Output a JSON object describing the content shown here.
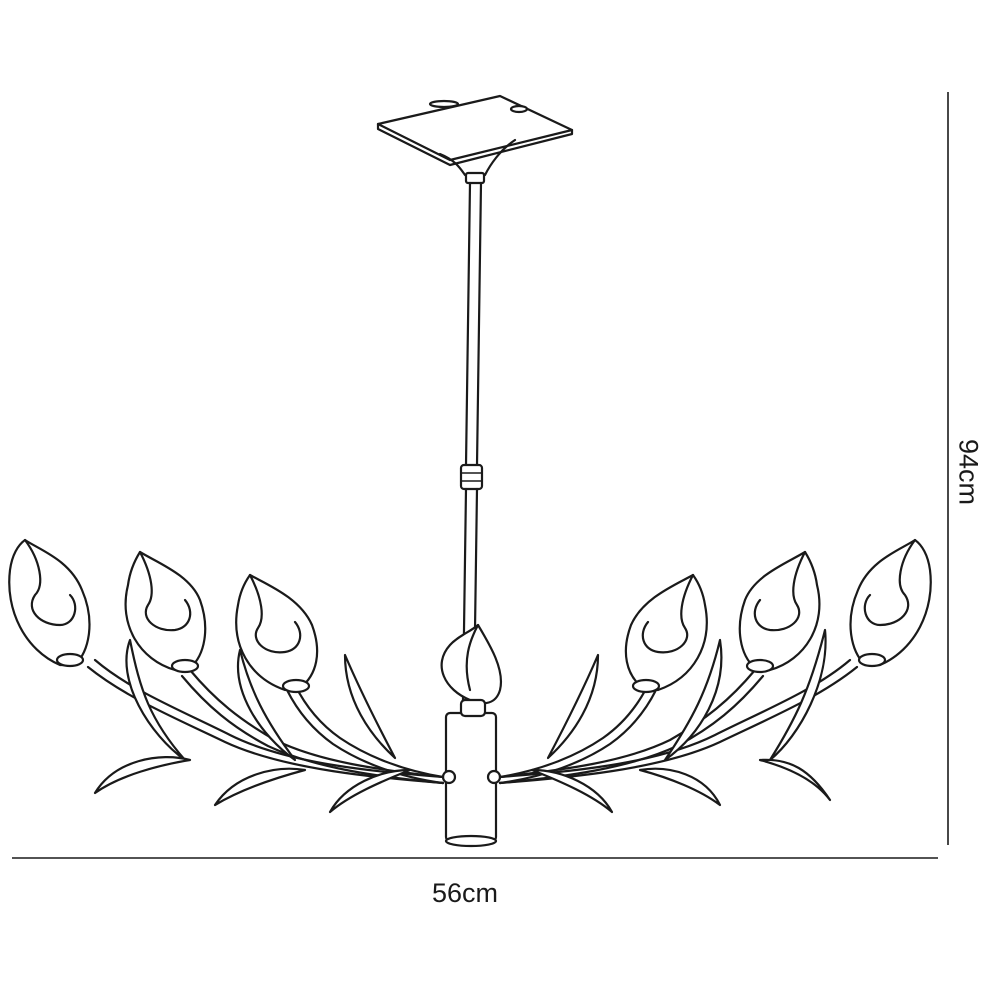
{
  "dimensions": {
    "width_label": "56cm",
    "height_label": "94cm"
  },
  "colors": {
    "line": "#1a1a1a",
    "background": "#ffffff"
  },
  "product": {
    "lamp_count": 7
  }
}
